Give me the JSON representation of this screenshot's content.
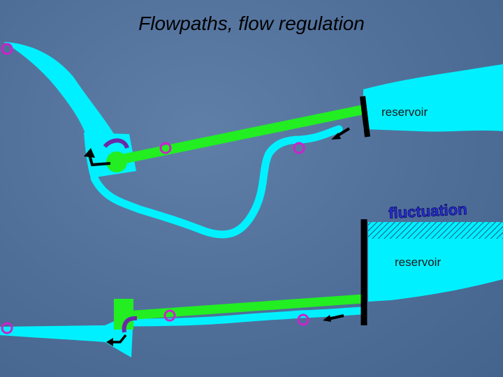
{
  "title": "Flowpaths, flow regulation",
  "labels": {
    "reservoir_upper": "reservoir",
    "reservoir_lower": "reservoir",
    "fluctuation": "fluctuation"
  },
  "colors": {
    "background": "#4f6f99",
    "water": "#00f0ff",
    "pipe": "#22ee22",
    "dam": "#000000",
    "site_marker": "#cc22cc",
    "turbine_arrow": "#6a2aa8"
  }
}
